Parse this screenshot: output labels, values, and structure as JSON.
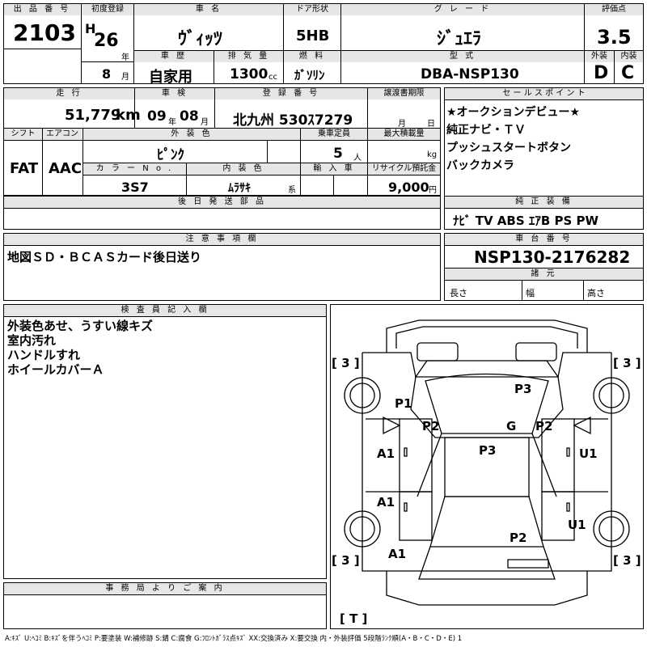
{
  "headers": {
    "lot": "出 品 番 号",
    "first_reg": "初度登録",
    "car_name": "車 名",
    "door": "ドア形状",
    "grade": "グ レ ー ド",
    "score": "評価点",
    "history": "車 歴",
    "displacement": "排 気 量",
    "fuel": "燃 料",
    "model": "型 式",
    "exterior": "外装",
    "interior": "内装",
    "mileage": "走 行",
    "inspection": "車 検",
    "reg_number": "登 録 番 号",
    "transfer_doc": "譲渡書期限",
    "sales_points": "セ ー ル ス ポ イ ン ト",
    "shift": "シフト",
    "aircon": "エアコン",
    "ext_color": "外 装 色",
    "capacity": "乗車定員",
    "max_load": "最大積載量",
    "color_no": "カ ラ ー N o .",
    "int_color": "内 装 色",
    "import": "輸 入 車",
    "recycle": "リサイクル預託金",
    "later_parts": "後 日 発 送 部 品",
    "genuine_equip": "純 正 装 備",
    "caution": "注 意 事 項 欄",
    "chassis": "車 台 番 号",
    "specs": "諸 元",
    "inspector": "検 査 員 記 入 欄",
    "office": "事 務 局 よ り ご 案 内"
  },
  "values": {
    "lot": "2103",
    "era": "H",
    "year": "26",
    "year_unit": "年",
    "month": "8",
    "month_unit": "月",
    "car_name": "ｳﾞｨｯﾂ",
    "door": "5HB",
    "grade": "ｼﾞｭｴﾗ",
    "score": "3.5",
    "history": "自家用",
    "displacement": "1300",
    "cc": "cc",
    "fuel": "ｶﾞｿﾘﾝ",
    "model": "DBA-NSP130",
    "exterior": "D",
    "interior": "C",
    "mileage": "51,779",
    "km": "km",
    "insp_year": "09",
    "insp_month": "08",
    "year_s": "年",
    "month_s": "月",
    "reg_number": "北九州 530ｽ7279",
    "doc_month": "月",
    "doc_day": "日",
    "shift": "FAT",
    "aircon": "AAC",
    "ext_color": "ﾋﾟﾝｸ",
    "capacity": "5",
    "person": "人",
    "kg": "kg",
    "color_no": "3S7",
    "int_color": "ﾑﾗｻｷ",
    "kei": "系",
    "recycle": "9,000",
    "yen": "円",
    "equip": "ﾅﾋﾞ TV ABS ｴｱB PS PW",
    "chassis": "NSP130-2176282",
    "length": "長さ",
    "width": "幅",
    "height": "高さ"
  },
  "sales_points": [
    "★オークションデビュー★",
    "純正ナビ・ＴＶ",
    "プッシュスタートボタン",
    "バックカメラ"
  ],
  "caution_text": "地図ＳＤ・ＢＣＡＳカード後日送り",
  "inspector_notes": [
    "外装色あせ、うすい線キズ",
    "室内汚れ",
    "ハンドルすれ",
    "ホイールカバーＡ"
  ],
  "diagram": {
    "p1": "P1",
    "p2l": "P2",
    "p2r": "P2",
    "p3top": "P3",
    "g": "G",
    "p3mid": "P3",
    "a1a": "A1",
    "a1b": "A1",
    "a1c": "A1",
    "u1a": "U1",
    "u1b": "U1",
    "p2bot": "P2",
    "b1": "[ 3 ]",
    "b2": "[ 3 ]",
    "b3": "[ 3 ]",
    "b4": "[ 3 ]",
    "bt": "[ T ]"
  },
  "legend": "A:ｷｽﾞ U:ﾍｺﾐ B:ｷｽﾞを伴うﾍｺﾐ P:要塗装 W:補修跡 S:錆 C:腐食 G:ﾌﾛﾝﾄｶﾞﾗｽ点ｷｽﾞ XX:交換済み X:要交換 内・外装評価 5段階ﾗﾝｸ順(A・B・C・D・E) 1"
}
